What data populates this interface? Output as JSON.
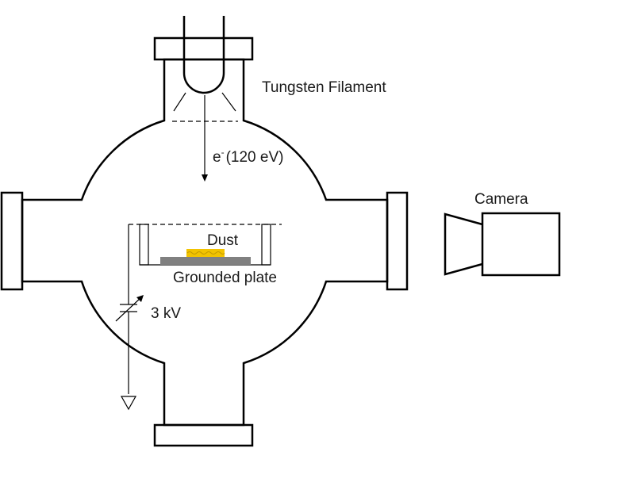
{
  "labels": {
    "filament": "Tungsten Filament",
    "electron_prefix": "e",
    "electron_superscript": "-",
    "electron_energy": "(120 eV)",
    "camera": "Camera",
    "dust": "Dust",
    "plate": "Grounded plate",
    "voltage": "3 kV"
  },
  "colors": {
    "line": "#000000",
    "dust": "#f2c300",
    "plate": "#808080"
  }
}
